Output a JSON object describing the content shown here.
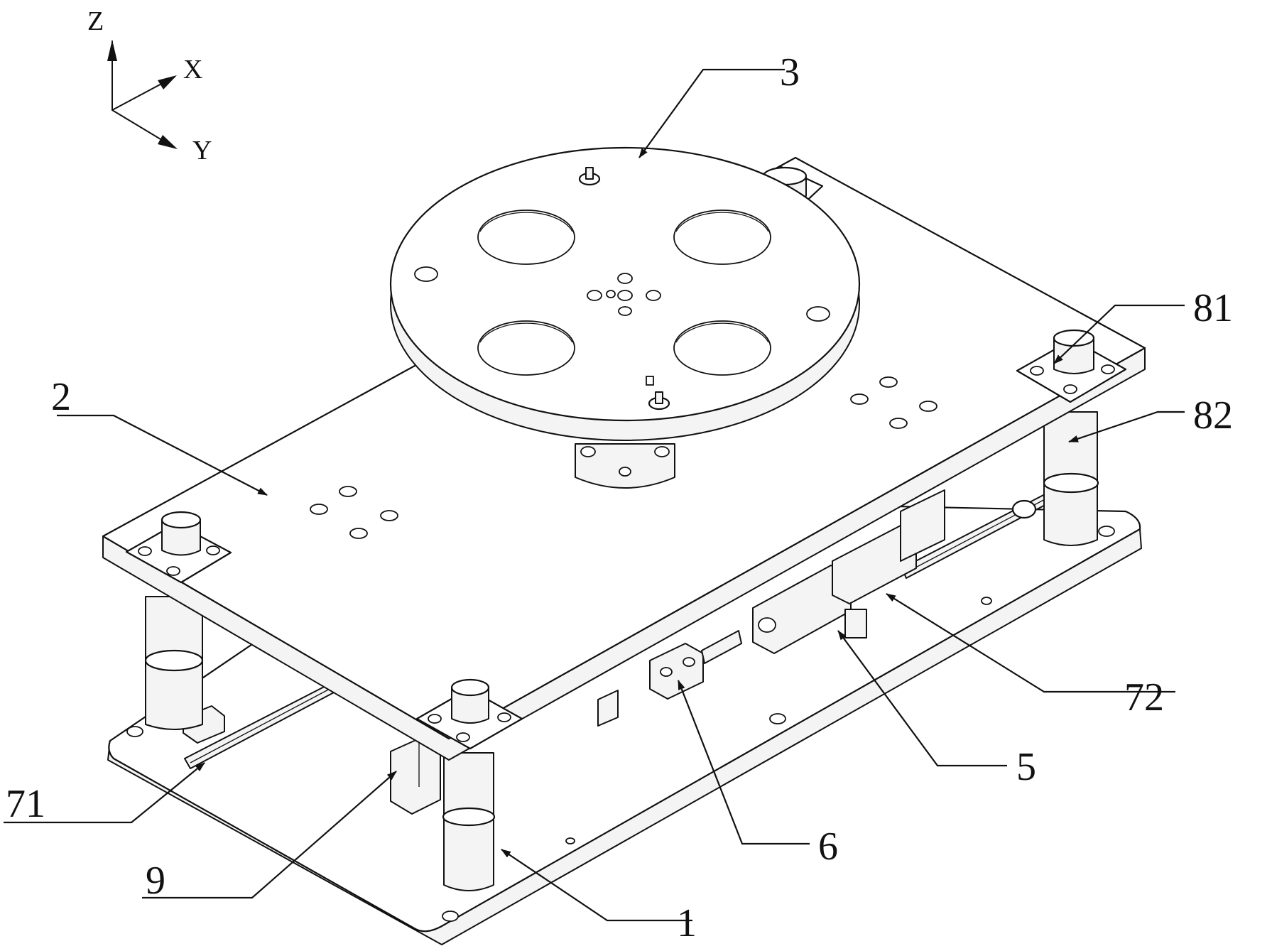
{
  "axes": {
    "z": "Z",
    "x": "X",
    "y": "Y"
  },
  "labels": {
    "l1": "1",
    "l2": "2",
    "l3": "3",
    "l5": "5",
    "l6": "6",
    "l9": "9",
    "l71": "71",
    "l72": "72",
    "l81": "81",
    "l82": "82"
  }
}
